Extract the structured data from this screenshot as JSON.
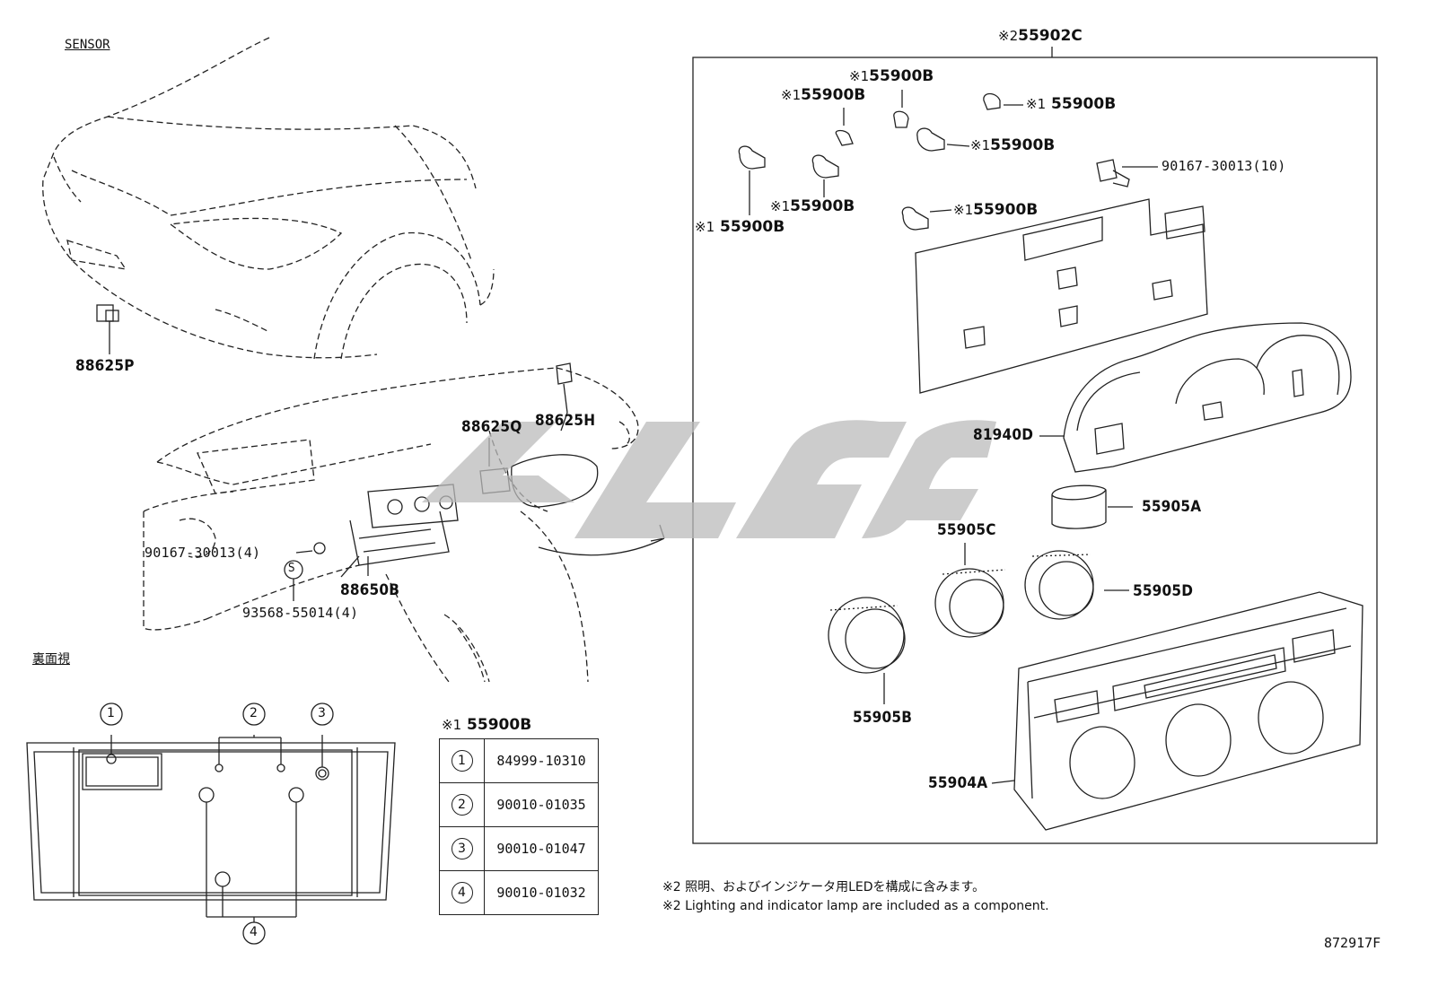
{
  "section_sensor": "SENSOR",
  "section_rear_view": "裏面視",
  "labels": {
    "p88625P": "88625P",
    "p88625Q": "88625Q",
    "p88625H": "88625H",
    "p88650B": "88650B",
    "p90167_4": "90167-30013(4)",
    "p93568": "93568-55014(4)",
    "p90167_10": "90167-30013(10)",
    "p81940D": "81940D",
    "p55905A": "55905A",
    "p55905C": "55905C",
    "p55905D": "55905D",
    "p55905B": "55905B",
    "p55904A": "55904A",
    "p55902C": "55902C",
    "p55902C_mark": "※2",
    "s_circle": "S"
  },
  "bulb_label": {
    "mark": "※1",
    "part": "55900B"
  },
  "callouts": [
    "1",
    "2",
    "3",
    "4"
  ],
  "bulb_table": {
    "title_mark": "※1",
    "title_part": "55900B",
    "rows": [
      {
        "no": "1",
        "part": "84999-10310"
      },
      {
        "no": "2",
        "part": "90010-01035"
      },
      {
        "no": "3",
        "part": "90010-01047"
      },
      {
        "no": "4",
        "part": "90010-01032"
      }
    ]
  },
  "notes": {
    "jp": "※2 照明、およびインジケータ用LEDを構成に含みます。",
    "en": "※2 Lighting and indicator lamp are included as a component."
  },
  "diagram_code": "872917F"
}
